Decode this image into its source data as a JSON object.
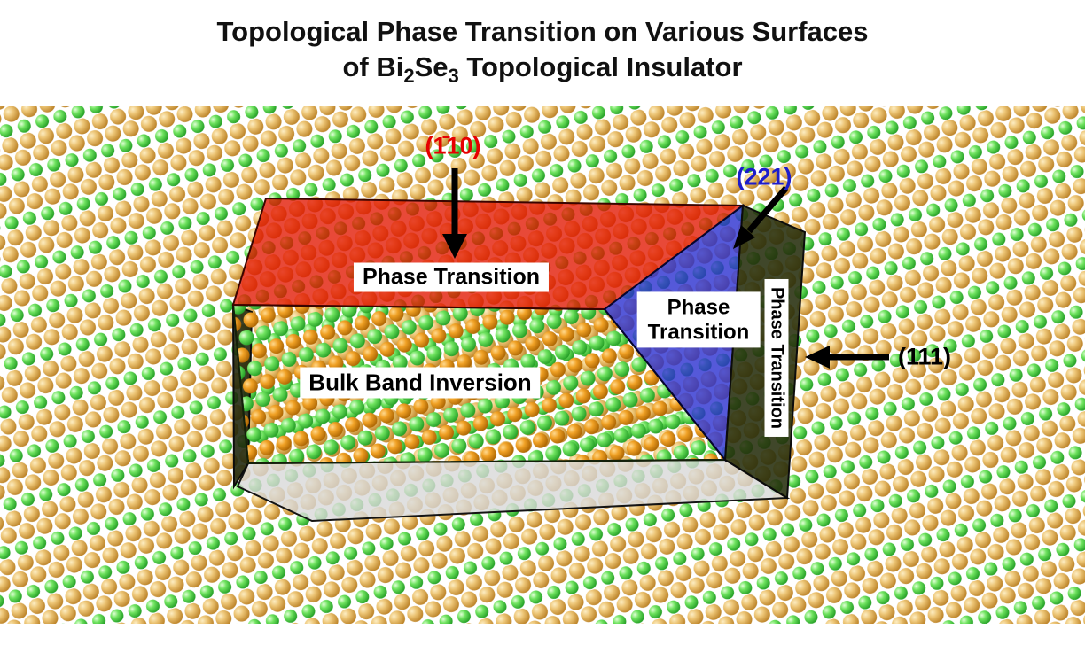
{
  "title": {
    "line1": "Topological Phase Transition on Various Surfaces",
    "line2_prefix": "of Bi",
    "line2_sub1": "2",
    "line2_mid": "Se",
    "line2_sub2": "3",
    "line2_suffix": " Topological Insulator"
  },
  "annotations": {
    "miller_110": {
      "label": "(1̄10)",
      "color": "#e60000"
    },
    "miller_221": {
      "label": "(221)",
      "color": "#1c1ccc"
    },
    "miller_111": {
      "label": "(111)",
      "color": "#000000"
    },
    "red_face_label": "Phase Transition",
    "blue_face_label_line1": "Phase",
    "blue_face_label_line2": "Transition",
    "right_face_label": "Phase Transition",
    "front_face_label": "Bulk Band Inversion"
  },
  "colors": {
    "red_face": "#e11600",
    "blue_face": "#2a30cf",
    "right_face": "#252e0c",
    "left_face": "#1c230a",
    "bottom_face": "#d8d8d8",
    "gold_atom": "#e2b45f",
    "green_atom": "#44cc44",
    "orange_atom": "#f0a125",
    "arrow": "#000000"
  }
}
